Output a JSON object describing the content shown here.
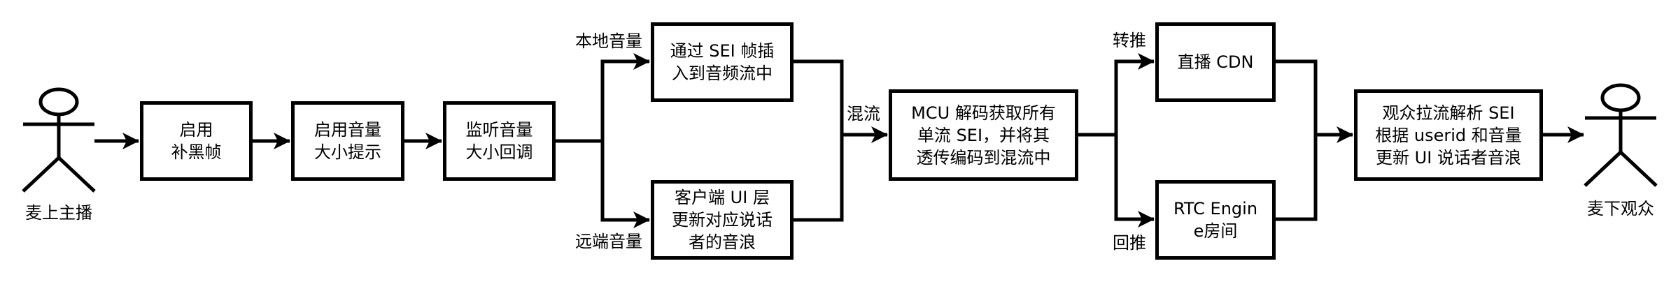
{
  "diagram": {
    "actors": {
      "source": "麦上主播",
      "target": "麦下观众"
    },
    "nodes": {
      "enable_black_frame": "启用\n补黑帧",
      "enable_volume_hint": "启用音量\n大小提示",
      "listen_volume_callback": "监听音量\n大小回调",
      "sei_insert": "通过 SEI 帧插\n入到音频流中",
      "client_ui_update": "客户端 UI 层\n更新对应说话\n者的音浪",
      "mcu_decode": "MCU 解码获取所有\n单流 SEI，并将其\n透传编码到混流中",
      "cdn": "直播 CDN",
      "rtc_room": "RTC Engin\ne房间",
      "audience_parse": "观众拉流解析 SEI\n根据 userid 和音量\n更新 UI 说话者音浪"
    },
    "edge_labels": {
      "local_volume": "本地音量",
      "remote_volume": "远端音量",
      "mix_stream": "混流",
      "relay_push": "转推",
      "back_push": "回推"
    },
    "edges": [
      {
        "from": "source",
        "to": "enable_black_frame"
      },
      {
        "from": "enable_black_frame",
        "to": "enable_volume_hint"
      },
      {
        "from": "enable_volume_hint",
        "to": "listen_volume_callback"
      },
      {
        "from": "listen_volume_callback",
        "to": "sei_insert",
        "label": "本地音量"
      },
      {
        "from": "listen_volume_callback",
        "to": "client_ui_update",
        "label": "远端音量"
      },
      {
        "from": "sei_insert",
        "to": "mcu_decode",
        "label": "混流"
      },
      {
        "from": "client_ui_update",
        "to": "mcu_decode"
      },
      {
        "from": "mcu_decode",
        "to": "cdn",
        "label": "转推"
      },
      {
        "from": "mcu_decode",
        "to": "rtc_room",
        "label": "回推"
      },
      {
        "from": "cdn",
        "to": "audience_parse"
      },
      {
        "from": "rtc_room",
        "to": "audience_parse"
      },
      {
        "from": "audience_parse",
        "to": "target"
      }
    ]
  }
}
